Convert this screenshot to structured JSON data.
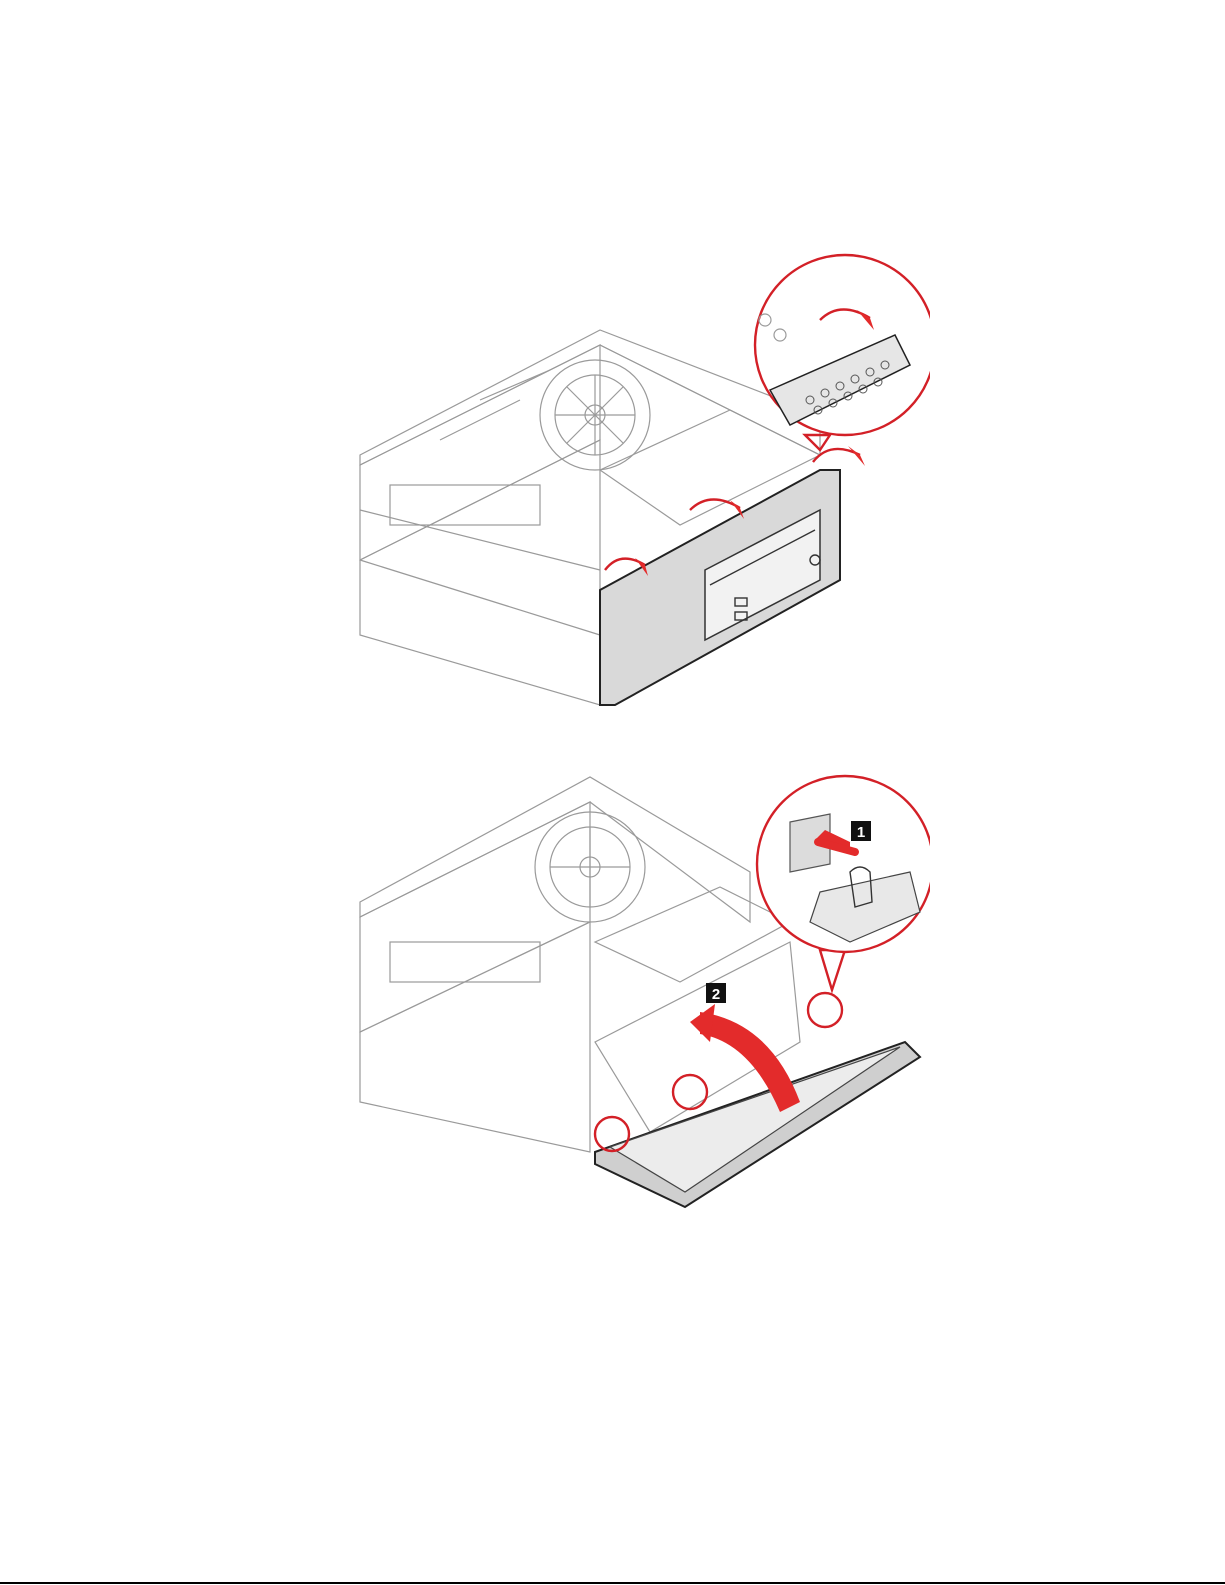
{
  "figures": [
    {
      "id": "remove-bezel-tabs"
    },
    {
      "id": "remove-bezel-steps",
      "steps": [
        "1",
        "2"
      ]
    }
  ],
  "colors": {
    "accent": "#e32b2b",
    "line": "#9a9a9a",
    "badge": "#111111"
  }
}
